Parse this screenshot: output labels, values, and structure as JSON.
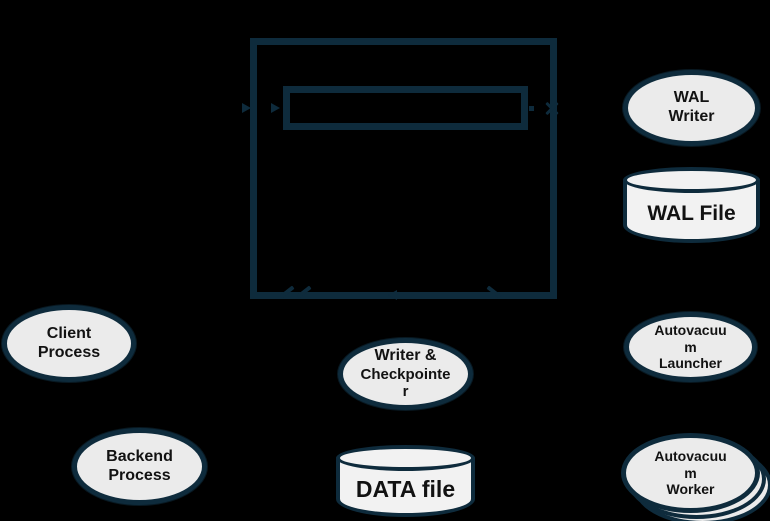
{
  "colors": {
    "background": "#000000",
    "outline_navy": "#0e2b3c",
    "node_fill": "#ebebeb",
    "cylinder_fill": "#f2f2f2",
    "label_text": "#121212"
  },
  "nodes": {
    "client_process": {
      "line1": "Client",
      "line2": "Process"
    },
    "backend_process": {
      "line1": "Backend",
      "line2": "Process"
    },
    "writer_checkpointer": {
      "line1": "Writer &",
      "line2": "Checkpointe",
      "line3": "r"
    },
    "wal_writer": {
      "line1": "WAL",
      "line2": "Writer"
    },
    "autovacuum_launcher": {
      "line1": "Autovacuu",
      "line2": "m",
      "line3": "Launcher"
    },
    "autovacuum_worker": {
      "line1": "Autovacuu",
      "line2": "m",
      "line3": "Worker"
    },
    "wal_file": {
      "label": "WAL File"
    },
    "data_file": {
      "label": "DATA file"
    }
  }
}
